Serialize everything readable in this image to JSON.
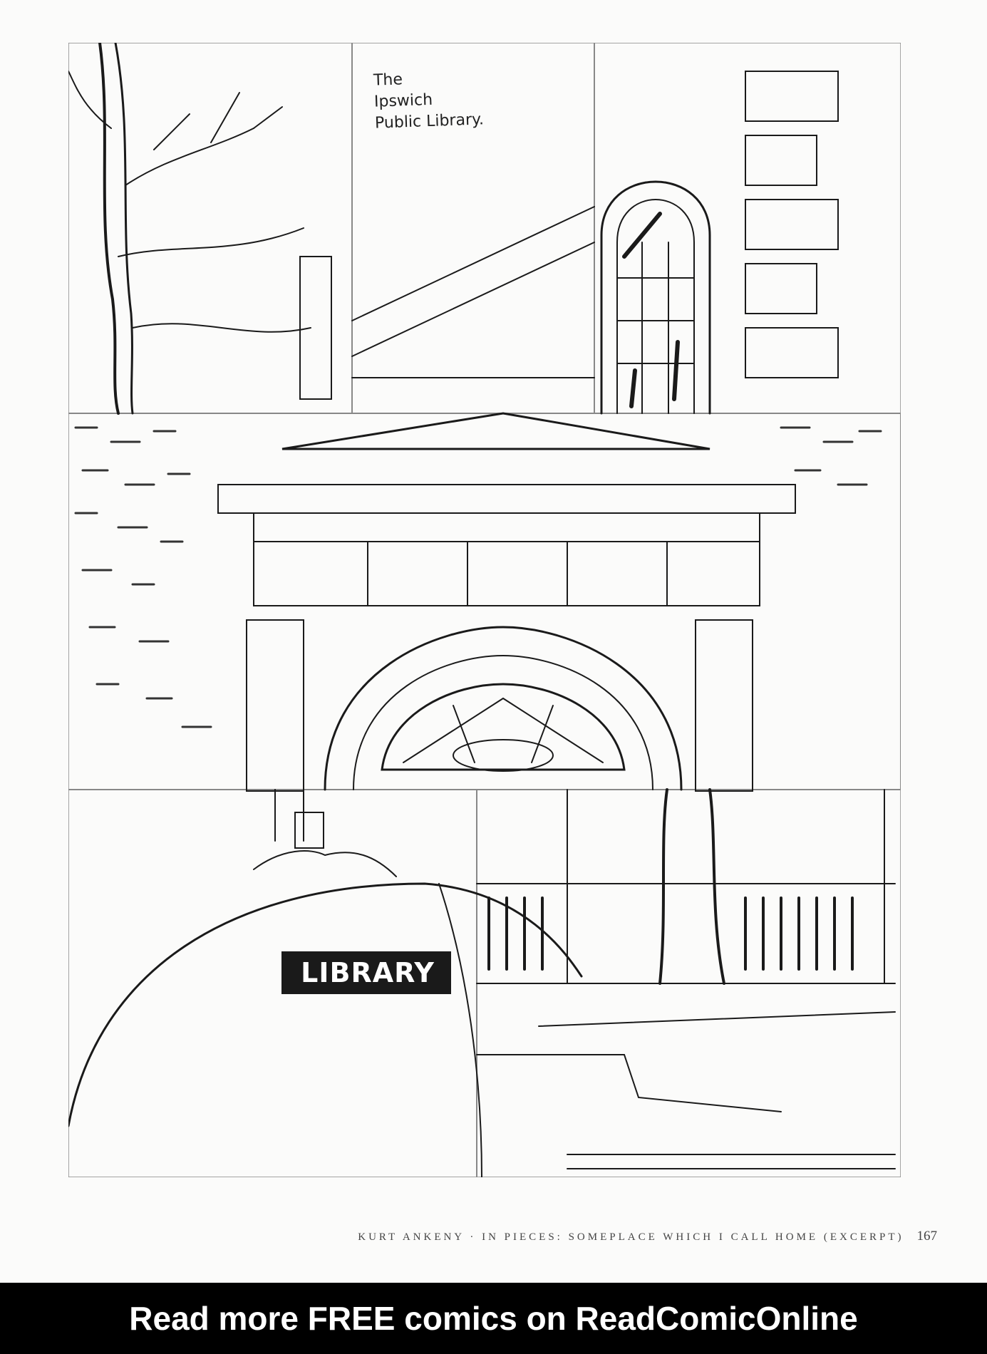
{
  "caption": "The\nIpswich\nPublic Library.",
  "sign": "LIBRARY",
  "footer": {
    "running_head": "KURT ANKENY · IN PIECES: SOMEPLACE WHICH I CALL HOME (EXCERPT)",
    "page_number": "167"
  },
  "banner": {
    "text": "Read more FREE comics on ReadComicOnline"
  },
  "colors": {
    "ink": "#1a1a1a",
    "paper": "#fbfbfa",
    "banner_bg": "#000000",
    "banner_text": "#ffffff"
  }
}
